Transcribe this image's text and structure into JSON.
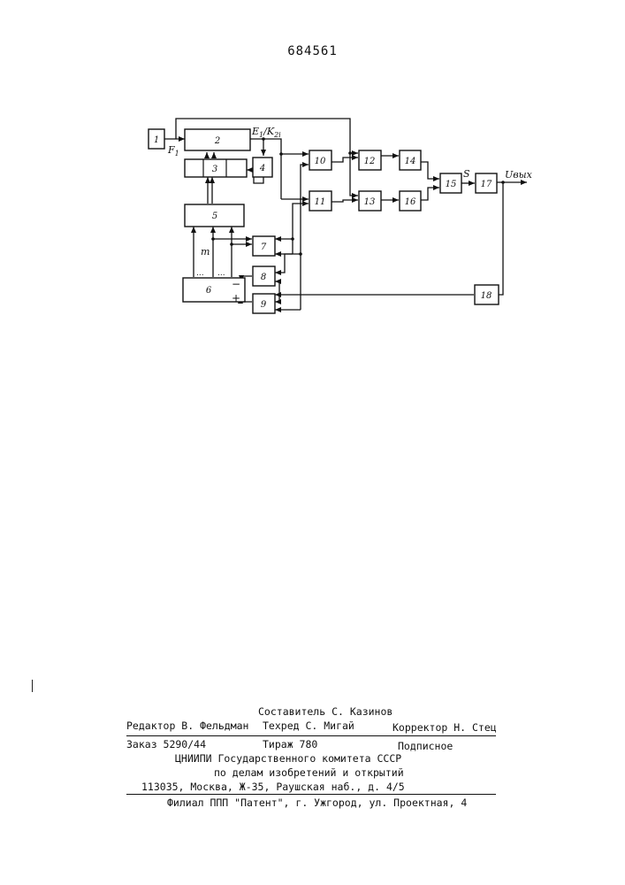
{
  "patent_number": "684561",
  "diagram": {
    "blocks": [
      "1",
      "2",
      "3",
      "4",
      "5",
      "6",
      "7",
      "8",
      "9",
      "10",
      "11",
      "12",
      "13",
      "14",
      "15",
      "16",
      "17",
      "18"
    ],
    "labels": {
      "f1": "F",
      "f1_sub": "1",
      "e1": "E",
      "e1_sub": "1",
      "k": "/K",
      "k_sub": "2i",
      "m": "m",
      "s": "S",
      "uout": "Uвых",
      "minus": "−",
      "plus": "+",
      "dots": "..."
    }
  },
  "imprint": {
    "compiler": "Составитель С. Казинов",
    "editor": "Редактор В. Фельдман",
    "techred": "Техред С. Мигай",
    "corrector": "Корректор Н. Стец",
    "order": "Заказ 5290/44",
    "circulation": "Тираж 780",
    "subscription": "Подписное",
    "org1": "ЦНИИПИ Государственного комитета СССР",
    "org2": "по делам изобретений и открытий",
    "address": "113035, Москва, Ж-35, Раушская наб., д. 4/5",
    "branch": "Филиал ППП \"Патент\", г. Ужгород, ул. Проектная, 4"
  }
}
